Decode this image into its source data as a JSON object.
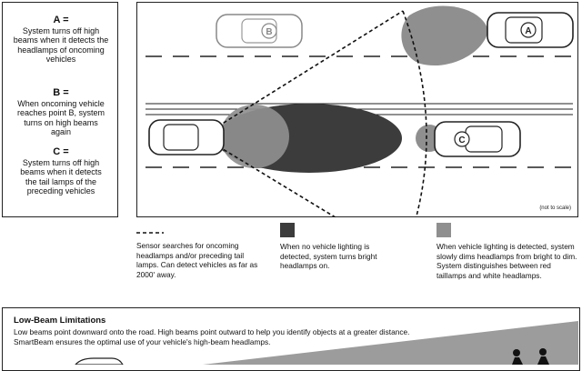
{
  "legend": {
    "a": {
      "key": "A =",
      "text": "System turns off high beams when it detects the headlamps of oncoming vehicles"
    },
    "b": {
      "key": "B =",
      "text": "When oncoming vehicle reaches point B, system turns on high beams again"
    },
    "c": {
      "key": "C =",
      "text": "System turns off high beams when it detects the tail lamps of the preceding vehicles"
    }
  },
  "diagram": {
    "car_labels": [
      "A",
      "B",
      "C"
    ],
    "scale_note": "(not to scale)"
  },
  "notes": {
    "sensor": "Sensor searches for oncoming headlamps and/or preceding tail lamps. Can detect vehicles as far as 2000' away.",
    "no_vehicle": "When no vehicle lighting is detected, system turns bright headlamps on.",
    "vehicle_detected": "When vehicle lighting is detected, system slowly dims headlamps from bright to dim. System distinguishes between red taillamps and white headlamps."
  },
  "colors": {
    "dark_beam": "#3c3c3c",
    "light_beam": "#8f8f8f"
  },
  "low_beam": {
    "title": "Low-Beam Limitations",
    "line1": "Low beams point downward onto the road. High beams point outward to help you identify objects at a greater distance.",
    "line2": "SmartBeam ensures the optimal use of your vehicle's high-beam headlamps."
  }
}
